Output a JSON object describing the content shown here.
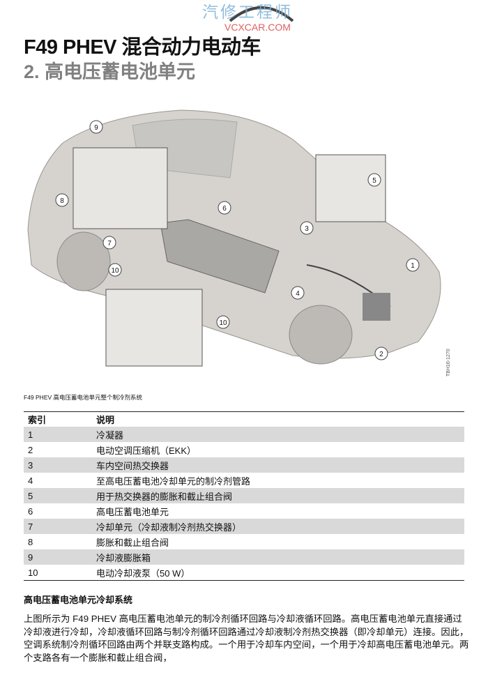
{
  "header": {
    "title": "F49 PHEV 混合动力电动车",
    "subtitle": "2. 高电压蓄电池单元"
  },
  "watermark": {
    "cn": "汽修工程师",
    "en": "VCXCAR.COM"
  },
  "figure": {
    "callouts": [
      "1",
      "2",
      "3",
      "4",
      "5",
      "6",
      "7",
      "8",
      "9",
      "10",
      "10"
    ],
    "code": "TBH16-1270",
    "caption": "F49 PHEV 高电压蓄电池单元整个制冷剂系统"
  },
  "table": {
    "headers": [
      "索引",
      "说明"
    ],
    "rows": [
      [
        "1",
        "冷凝器"
      ],
      [
        "2",
        "电动空调压缩机（EKK）"
      ],
      [
        "3",
        "车内空间热交换器"
      ],
      [
        "4",
        "至高电压蓄电池冷却单元的制冷剂管路"
      ],
      [
        "5",
        "用于热交换器的膨胀和截止组合阀"
      ],
      [
        "6",
        "高电压蓄电池单元"
      ],
      [
        "7",
        "冷却单元（冷却液制冷剂热交换器）"
      ],
      [
        "8",
        "膨胀和截止组合阀"
      ],
      [
        "9",
        "冷却液膨胀箱"
      ],
      [
        "10",
        "电动冷却液泵（50 W）"
      ]
    ]
  },
  "section": {
    "heading": "高电压蓄电池单元冷却系统",
    "paragraph": "上图所示为 F49 PHEV 高电压蓄电池单元的制冷剂循环回路与冷却液循环回路。高电压蓄电池单元直接通过冷却液进行冷却，冷却液循环回路与制冷剂循环回路通过冷却液制冷剂热交换器（即冷却单元）连接。因此，空调系统制冷剂循环回路由两个并联支路构成。一个用于冷却车内空间，一个用于冷却高电压蓄电池单元。两个支路各有一个膨胀和截止组合阀，"
  }
}
